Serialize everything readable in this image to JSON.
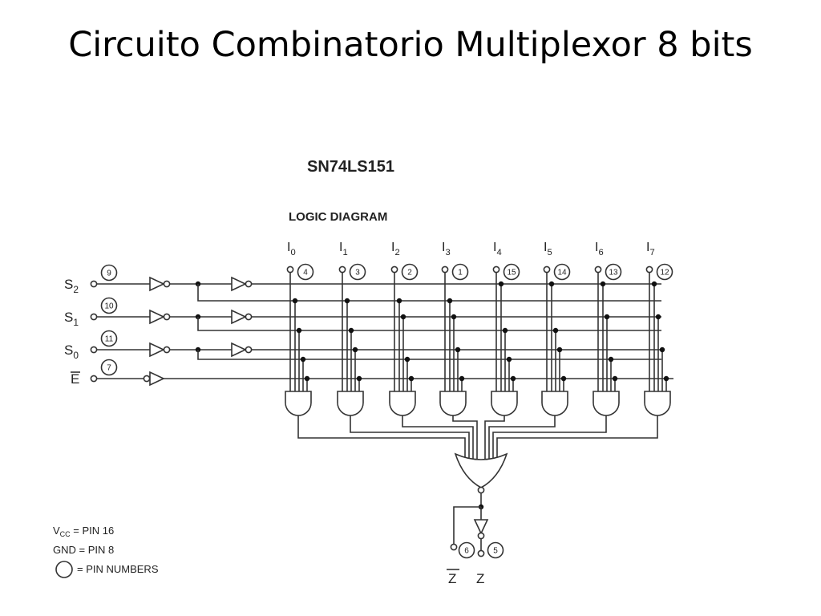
{
  "title": "Circuito Combinatorio Multiplexor 8 bits",
  "chip_name": "SN74LS151",
  "subtitle": "LOGIC DIAGRAM",
  "data_inputs": [
    {
      "label": "I",
      "sub": "0",
      "pin": "4"
    },
    {
      "label": "I",
      "sub": "1",
      "pin": "3"
    },
    {
      "label": "I",
      "sub": "2",
      "pin": "2"
    },
    {
      "label": "I",
      "sub": "3",
      "pin": "1"
    },
    {
      "label": "I",
      "sub": "4",
      "pin": "15"
    },
    {
      "label": "I",
      "sub": "5",
      "pin": "14"
    },
    {
      "label": "I",
      "sub": "6",
      "pin": "13"
    },
    {
      "label": "I",
      "sub": "7",
      "pin": "12"
    }
  ],
  "select_inputs": [
    {
      "label": "S",
      "sub": "2",
      "pin": "9"
    },
    {
      "label": "S",
      "sub": "1",
      "pin": "10"
    },
    {
      "label": "S",
      "sub": "0",
      "pin": "11"
    }
  ],
  "enable": {
    "label": "E",
    "pin": "7"
  },
  "outputs": [
    {
      "label": "Z",
      "pin": "6"
    },
    {
      "label": "Z",
      "pin": "5"
    }
  ],
  "legend": {
    "vcc_pre": "V",
    "vcc_sub": "CC",
    "vcc_post": " = PIN 16",
    "gnd": "GND = PIN 8",
    "circle": "= PIN NUMBERS"
  }
}
